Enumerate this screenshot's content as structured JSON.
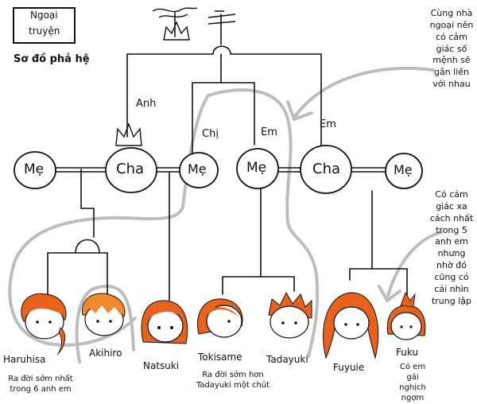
{
  "title": {
    "line1": "Ngoại",
    "line2": "truyện",
    "subtitle": "Sơ đồ phả hệ"
  },
  "relation_labels": {
    "anh": "Anh",
    "chi": "Chị",
    "em1": "Em",
    "em2": "Em"
  },
  "parents": [
    {
      "label": "Mẹ"
    },
    {
      "label": "Cha"
    },
    {
      "label": "Mẹ"
    },
    {
      "label": "Mẹ"
    },
    {
      "label": "Cha"
    },
    {
      "label": "Mẹ"
    }
  ],
  "children": [
    {
      "name": "Haruhisa"
    },
    {
      "name": "Akihiro"
    },
    {
      "name": "Natsuki"
    },
    {
      "name": "Tokisame"
    },
    {
      "name": "Tadayuki"
    },
    {
      "name": "Fuyuie"
    },
    {
      "name": "Fuku"
    }
  ],
  "captions": {
    "haruhisa": "Ra đời sớm nhất trong 6 anh em",
    "tokisame": "Ra đời sớm hơn Tadayuki một chút",
    "fuku": "Có em gái nghịch ngợm"
  },
  "notes": {
    "right_top": "Cùng nhà ngoại nên có cảm giác số mệnh sẽ gắn liền với nhau",
    "right_bottom": "Có cảm giác xa cách nhất trong 5 anh em nhưng nhờ đó cũng có cái nhìn trung lập"
  },
  "colors": {
    "ink": "#111111",
    "hair": "#e8621c",
    "hair_light": "#f08a2a",
    "highlight": "#bdbdbd"
  }
}
